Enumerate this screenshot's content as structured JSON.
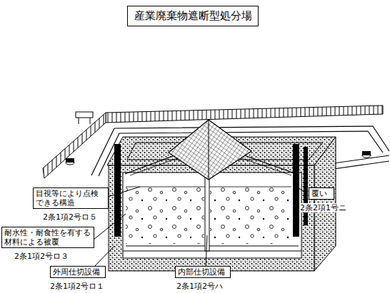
{
  "diagram": {
    "title": "産業廃棄物遮断型処分場",
    "nodes": [
      {
        "text": [
          "目視等により点検 できる構造",
          "2条1項2号ロ５"
        ]
      },
      {
        "text": [
          "覆い",
          "2条2項1号ニ"
        ]
      },
      {
        "text": [
          "耐水性・耐食性を有する 材料による被覆",
          "2条1項2号ロ３"
        ]
      },
      {
        "text": [
          "外周仕切設備",
          "2条1項2号ロ１"
        ]
      },
      {
        "text": [
          "内部仕切設備",
          "2条1項2号ハ"
        ]
      }
    ]
  }
}
